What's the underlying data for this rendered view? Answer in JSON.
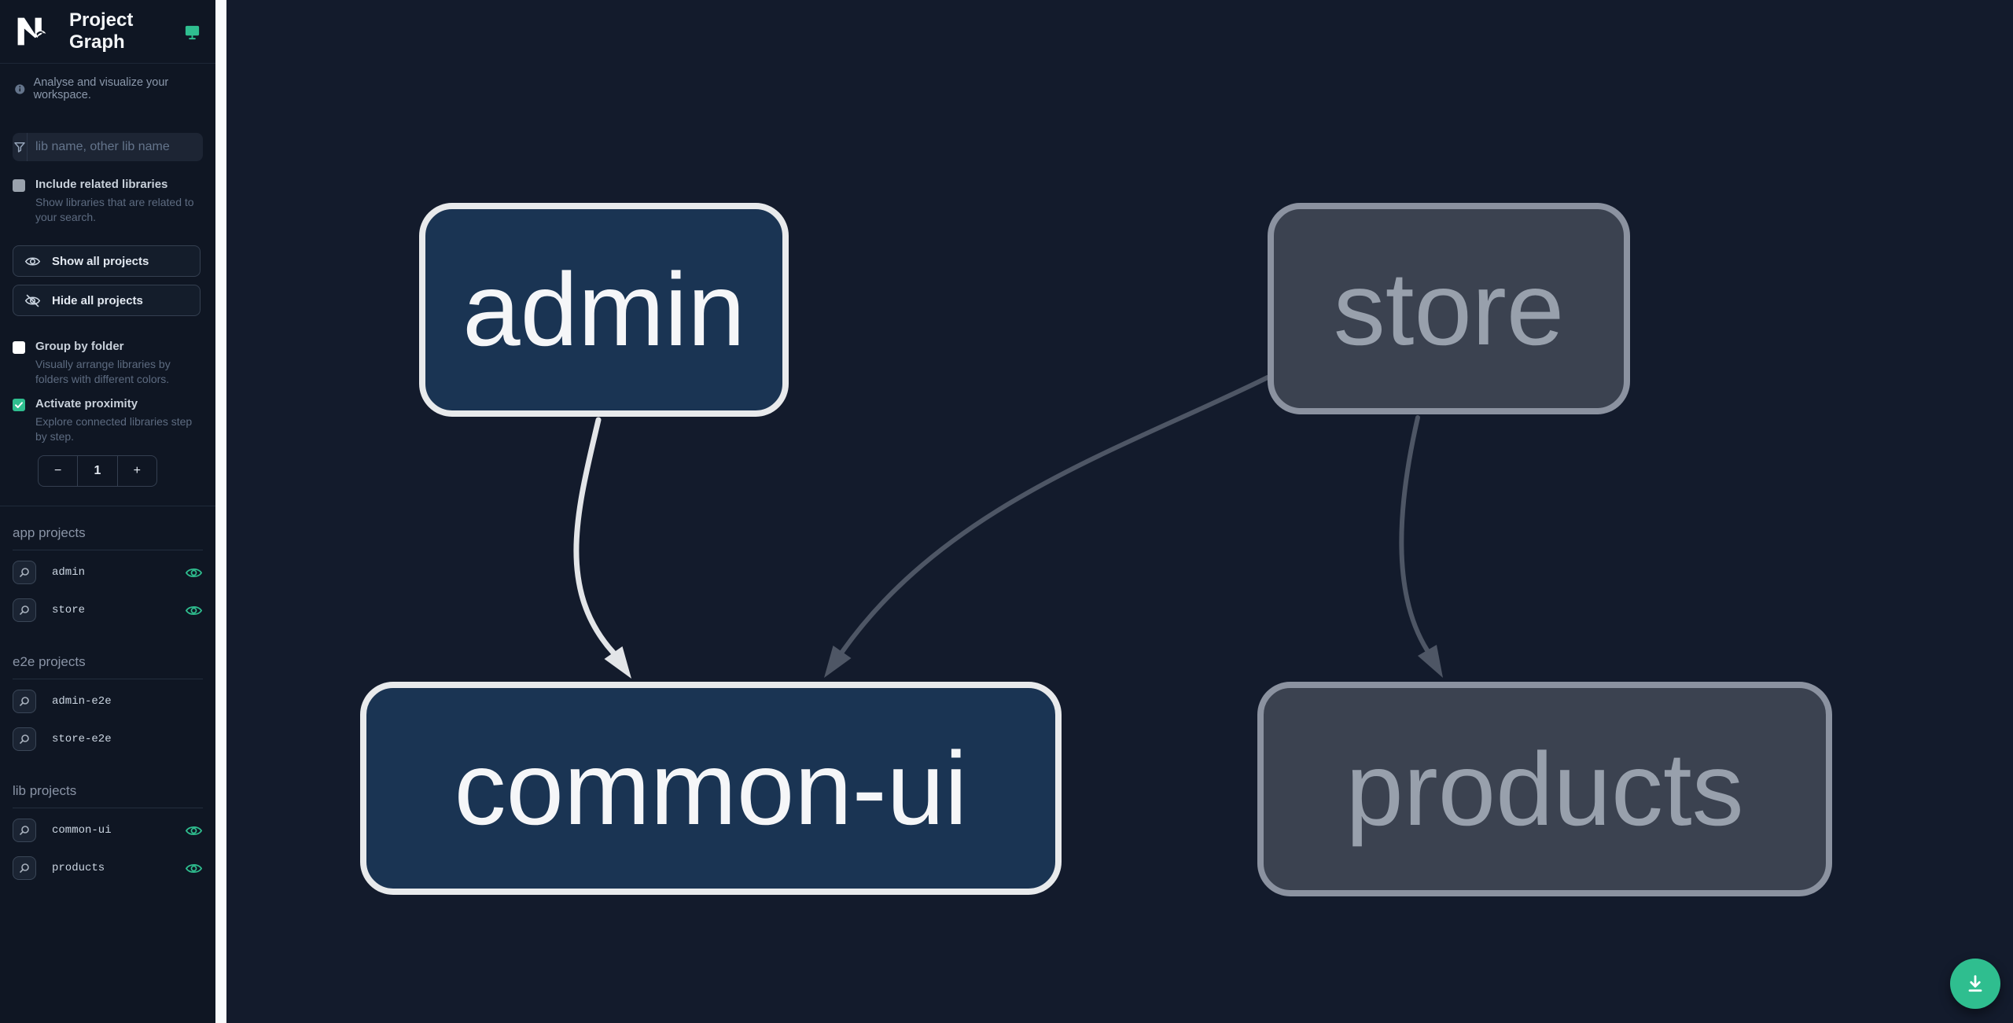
{
  "header": {
    "title": "Project Graph",
    "subtitle": "Analyse and visualize your workspace."
  },
  "filter": {
    "placeholder": "lib name, other lib name"
  },
  "options": {
    "include_related": {
      "label": "Include related libraries",
      "description": "Show libraries that are related to your search.",
      "checked": false
    },
    "group_by_folder": {
      "label": "Group by folder",
      "description": "Visually arrange libraries by folders with different colors.",
      "checked": false
    },
    "activate_proximity": {
      "label": "Activate proximity",
      "description": "Explore connected libraries step by step.",
      "checked": true
    }
  },
  "actions": {
    "show_all": "Show all projects",
    "hide_all": "Hide all projects"
  },
  "proximity_counter": {
    "decrement": "−",
    "value": "1",
    "increment": "+"
  },
  "sections": [
    {
      "title": "app projects",
      "items": [
        {
          "name": "admin",
          "visible": true
        },
        {
          "name": "store",
          "visible": true
        }
      ]
    },
    {
      "title": "e2e projects",
      "items": [
        {
          "name": "admin-e2e",
          "visible": false
        },
        {
          "name": "store-e2e",
          "visible": false
        }
      ]
    },
    {
      "title": "lib projects",
      "items": [
        {
          "name": "common-ui",
          "visible": true
        },
        {
          "name": "products",
          "visible": true
        }
      ]
    }
  ],
  "graph": {
    "nodes": [
      {
        "id": "admin",
        "label": "admin",
        "state": "focused"
      },
      {
        "id": "store",
        "label": "store",
        "state": "faded"
      },
      {
        "id": "common-ui",
        "label": "common-ui",
        "state": "focused"
      },
      {
        "id": "products",
        "label": "products",
        "state": "faded"
      }
    ],
    "edges": [
      {
        "source": "admin",
        "target": "common-ui",
        "state": "highlighted"
      },
      {
        "source": "store",
        "target": "common-ui",
        "state": "faded"
      },
      {
        "source": "store",
        "target": "products",
        "state": "faded"
      }
    ]
  },
  "fab": {
    "action": "download graph image"
  },
  "colors": {
    "accent_green": "#2fbe8f",
    "focused_node_bg": "#1a3453",
    "focused_node_border": "#e8eaec",
    "faded_node_bg": "#3b4250",
    "faded_node_border": "#8b92a0",
    "edge_highlight": "#e3e5e8",
    "edge_faded": "#4e5665",
    "canvas_bg": "#131b2c",
    "sidebar_bg": "#0f1623"
  }
}
